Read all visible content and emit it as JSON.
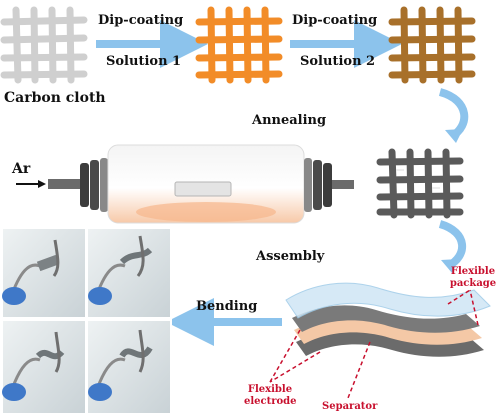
{
  "labels": {
    "dip1_top": "Dip-coating",
    "dip1_bottom": "Solution 1",
    "dip2_top": "Dip-coating",
    "dip2_bottom": "Solution 2",
    "carbon_cloth": "Carbon cloth",
    "annealing": "Annealing",
    "gas": "Ar",
    "assembly": "Assembly",
    "bending": "Bending",
    "flexible_package": "Flexible package",
    "flexible_electrode": "Flexible electrode",
    "separator": "Separator"
  },
  "colors": {
    "arrow": "#8cc3ec",
    "cloth_plain": "#d9d9d9",
    "cloth_solution1": "#f28c28",
    "cloth_solution2": "#a8702a",
    "cloth_annealed": "#5a5a5a",
    "label_red": "#c8102e"
  }
}
